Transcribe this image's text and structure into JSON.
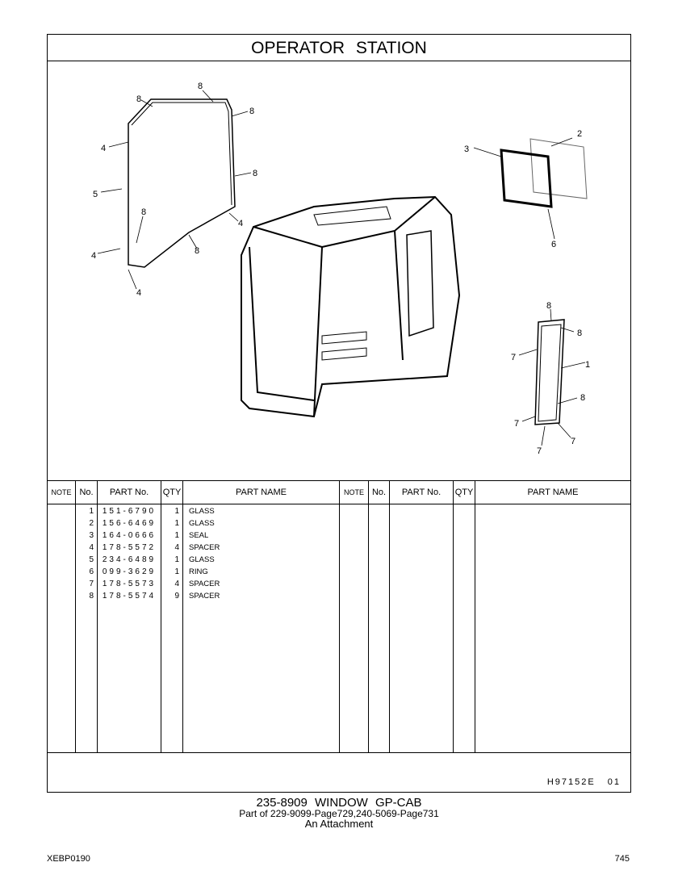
{
  "title": "OPERATOR  STATION",
  "table": {
    "headers": {
      "note": "NOTE",
      "no": "No.",
      "part_no": "PART No.",
      "qty": "QTY",
      "part_name": "PART NAME"
    },
    "rows": [
      {
        "no": "1",
        "part_no": "151-6790",
        "qty": "1",
        "name": "GLASS"
      },
      {
        "no": "2",
        "part_no": "156-6469",
        "qty": "1",
        "name": "GLASS"
      },
      {
        "no": "3",
        "part_no": "164-0666",
        "qty": "1",
        "name": "SEAL"
      },
      {
        "no": "4",
        "part_no": "178-5572",
        "qty": "4",
        "name": "SPACER"
      },
      {
        "no": "5",
        "part_no": "234-6489",
        "qty": "1",
        "name": "GLASS"
      },
      {
        "no": "6",
        "part_no": "099-3629",
        "qty": "1",
        "name": "RING"
      },
      {
        "no": "7",
        "part_no": "178-5573",
        "qty": "4",
        "name": "SPACER"
      },
      {
        "no": "8",
        "part_no": "178-5574",
        "qty": "9",
        "name": "SPACER"
      }
    ]
  },
  "drawing_code": "H97152E 01",
  "footer": {
    "group": "235-8909  WINDOW  GP-CAB",
    "part_of": "Part of 229-9099-Page729,240-5069-Page731",
    "attachment": "An Attachment"
  },
  "doc_id": "XEBP0190",
  "page_number": "745"
}
